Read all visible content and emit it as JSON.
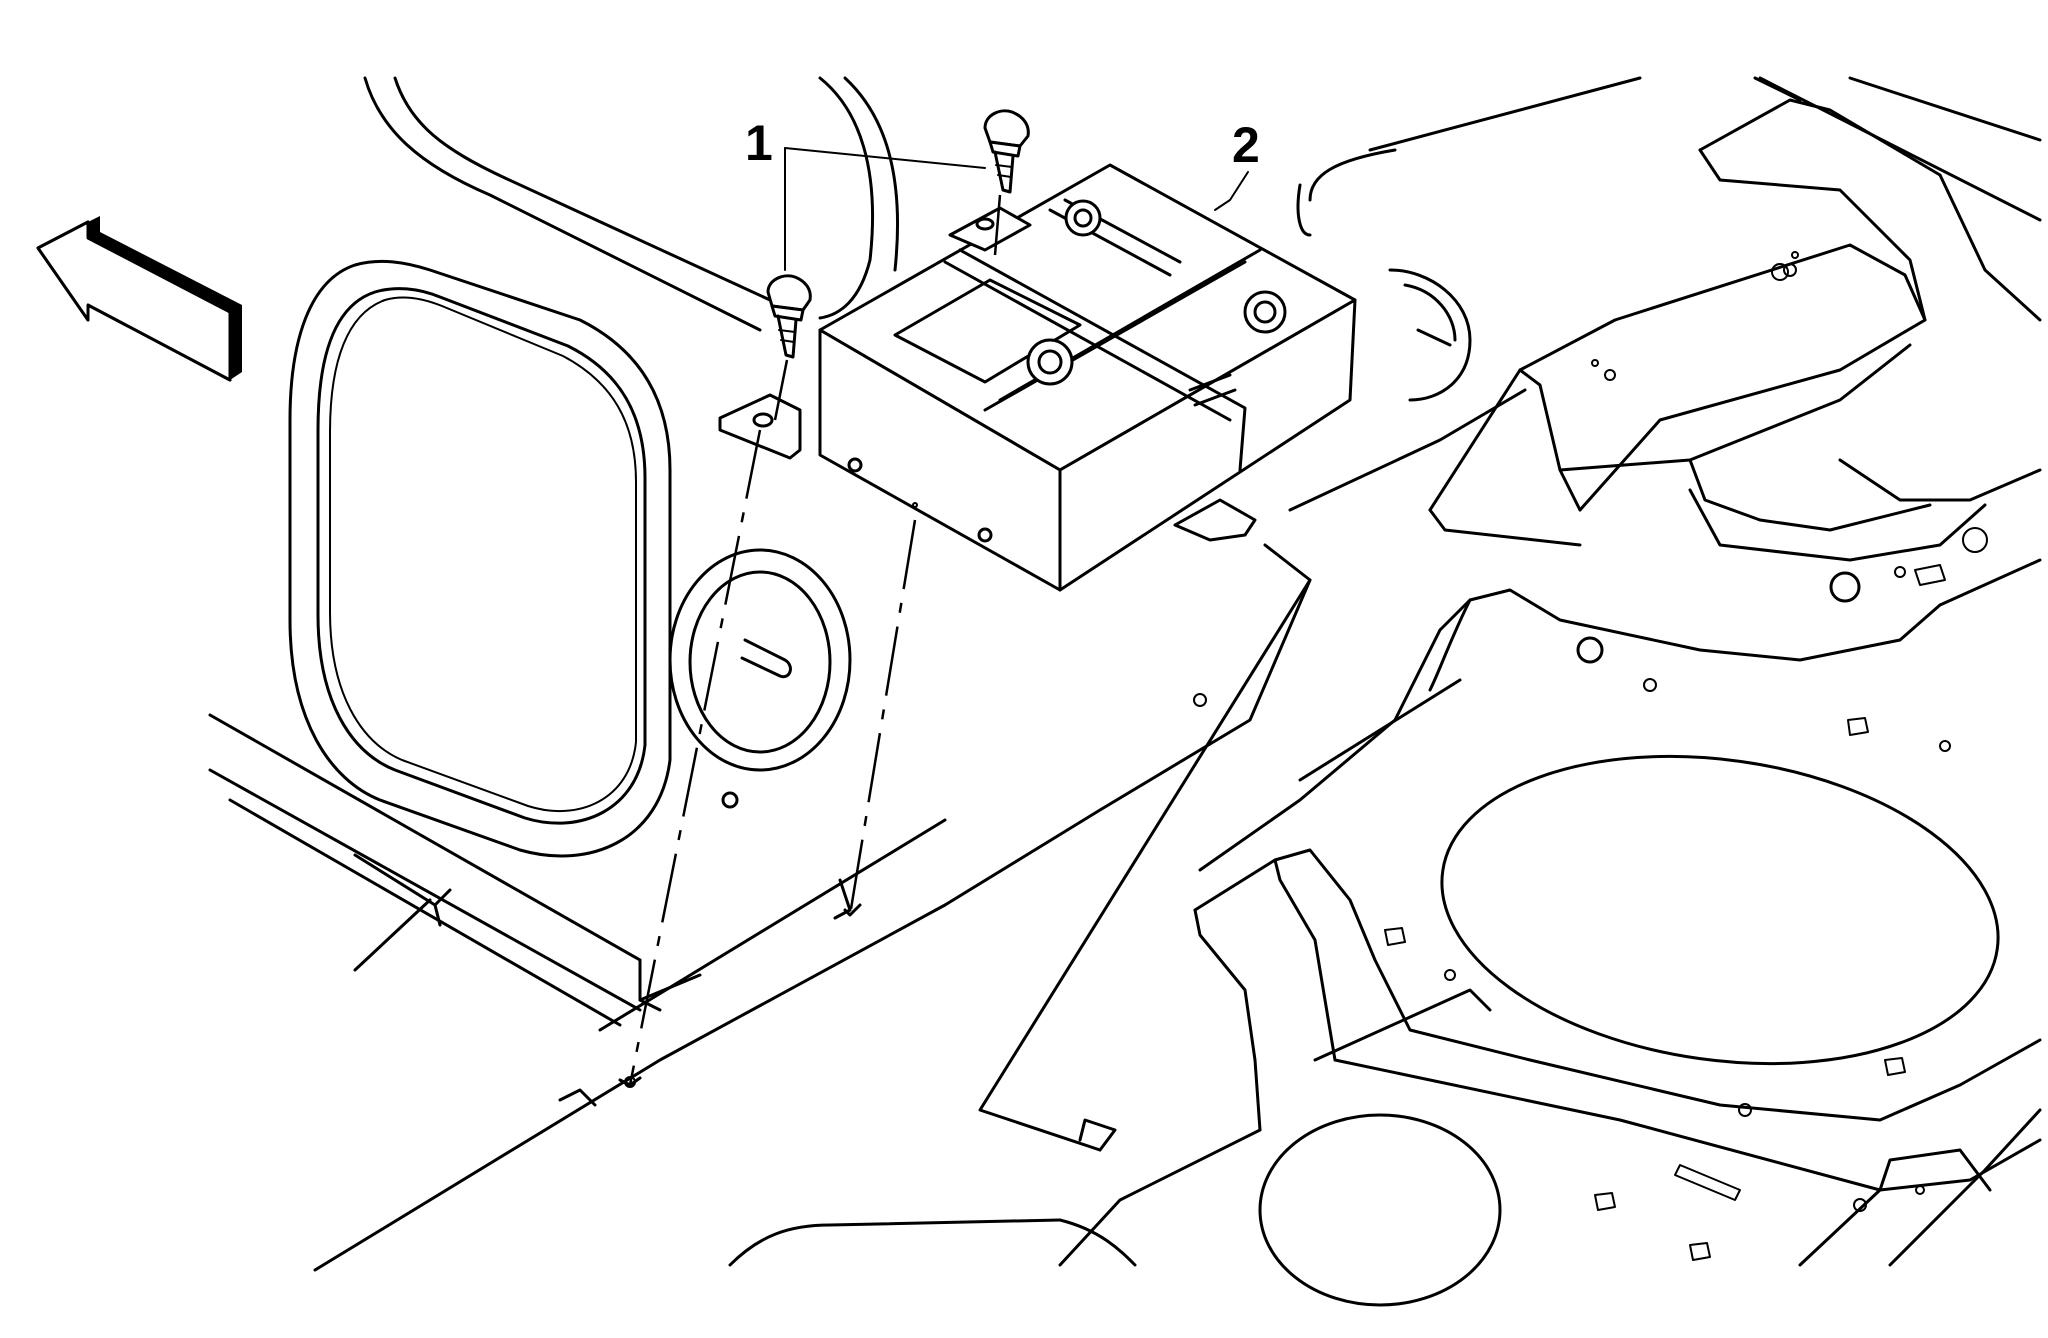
{
  "callouts": [
    {
      "id": "1",
      "text": "1"
    },
    {
      "id": "2",
      "text": "2"
    }
  ],
  "icons": {
    "direction_arrow": "front-direction-arrow-icon",
    "fasteners": "bolt-icon",
    "module": "electronic-module-icon"
  },
  "colors": {
    "line": "#000000",
    "background": "#ffffff"
  }
}
